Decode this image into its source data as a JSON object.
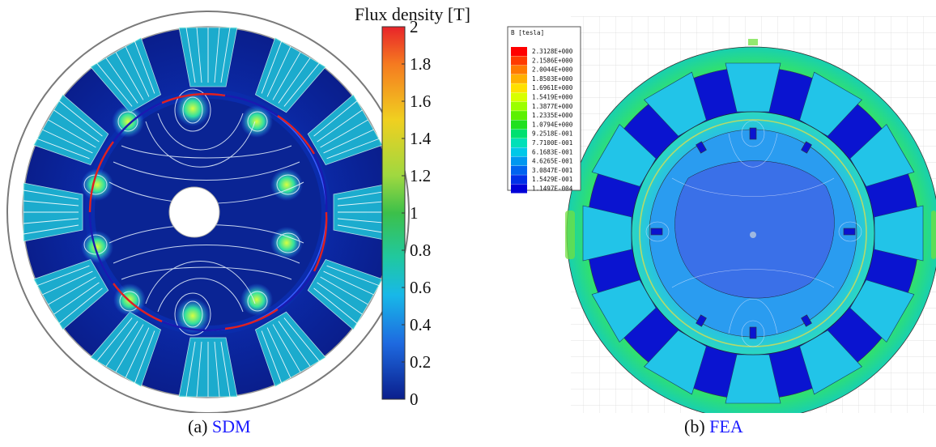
{
  "panel_a": {
    "colorbar_title": "Flux density [T]",
    "colorbar_ticks": [
      "2",
      "1.8",
      "1.6",
      "1.4",
      "1.2",
      "1",
      "0.8",
      "0.6",
      "0.4",
      "0.2",
      "0"
    ],
    "caption_prefix": "(a)",
    "caption_link": "SDM"
  },
  "panel_b": {
    "legend_title": "B [tesla]",
    "legend_values": [
      "2.3128E+000",
      "2.1586E+000",
      "2.0044E+000",
      "1.8503E+000",
      "1.6961E+000",
      "1.5419E+000",
      "1.3877E+000",
      "1.2335E+000",
      "1.0794E+000",
      "9.2518E-001",
      "7.7100E-001",
      "6.1683E-001",
      "4.6265E-001",
      "3.0847E-001",
      "1.5429E-001",
      "1.1497E-004"
    ],
    "legend_colors": [
      "#ff0000",
      "#ff3b00",
      "#ff7a00",
      "#ffb000",
      "#ffe000",
      "#d8ff00",
      "#9cff00",
      "#5cf000",
      "#20e020",
      "#00e070",
      "#00e0b8",
      "#00c8e8",
      "#0098f0",
      "#0064f0",
      "#0030e8",
      "#0000d8"
    ],
    "caption_prefix": "(b)",
    "caption_link": "FEA"
  },
  "colors": {
    "sdm_background": "#0a1e8c",
    "fea_background": "#0a14d0",
    "caption_link": "#1a1aff"
  }
}
